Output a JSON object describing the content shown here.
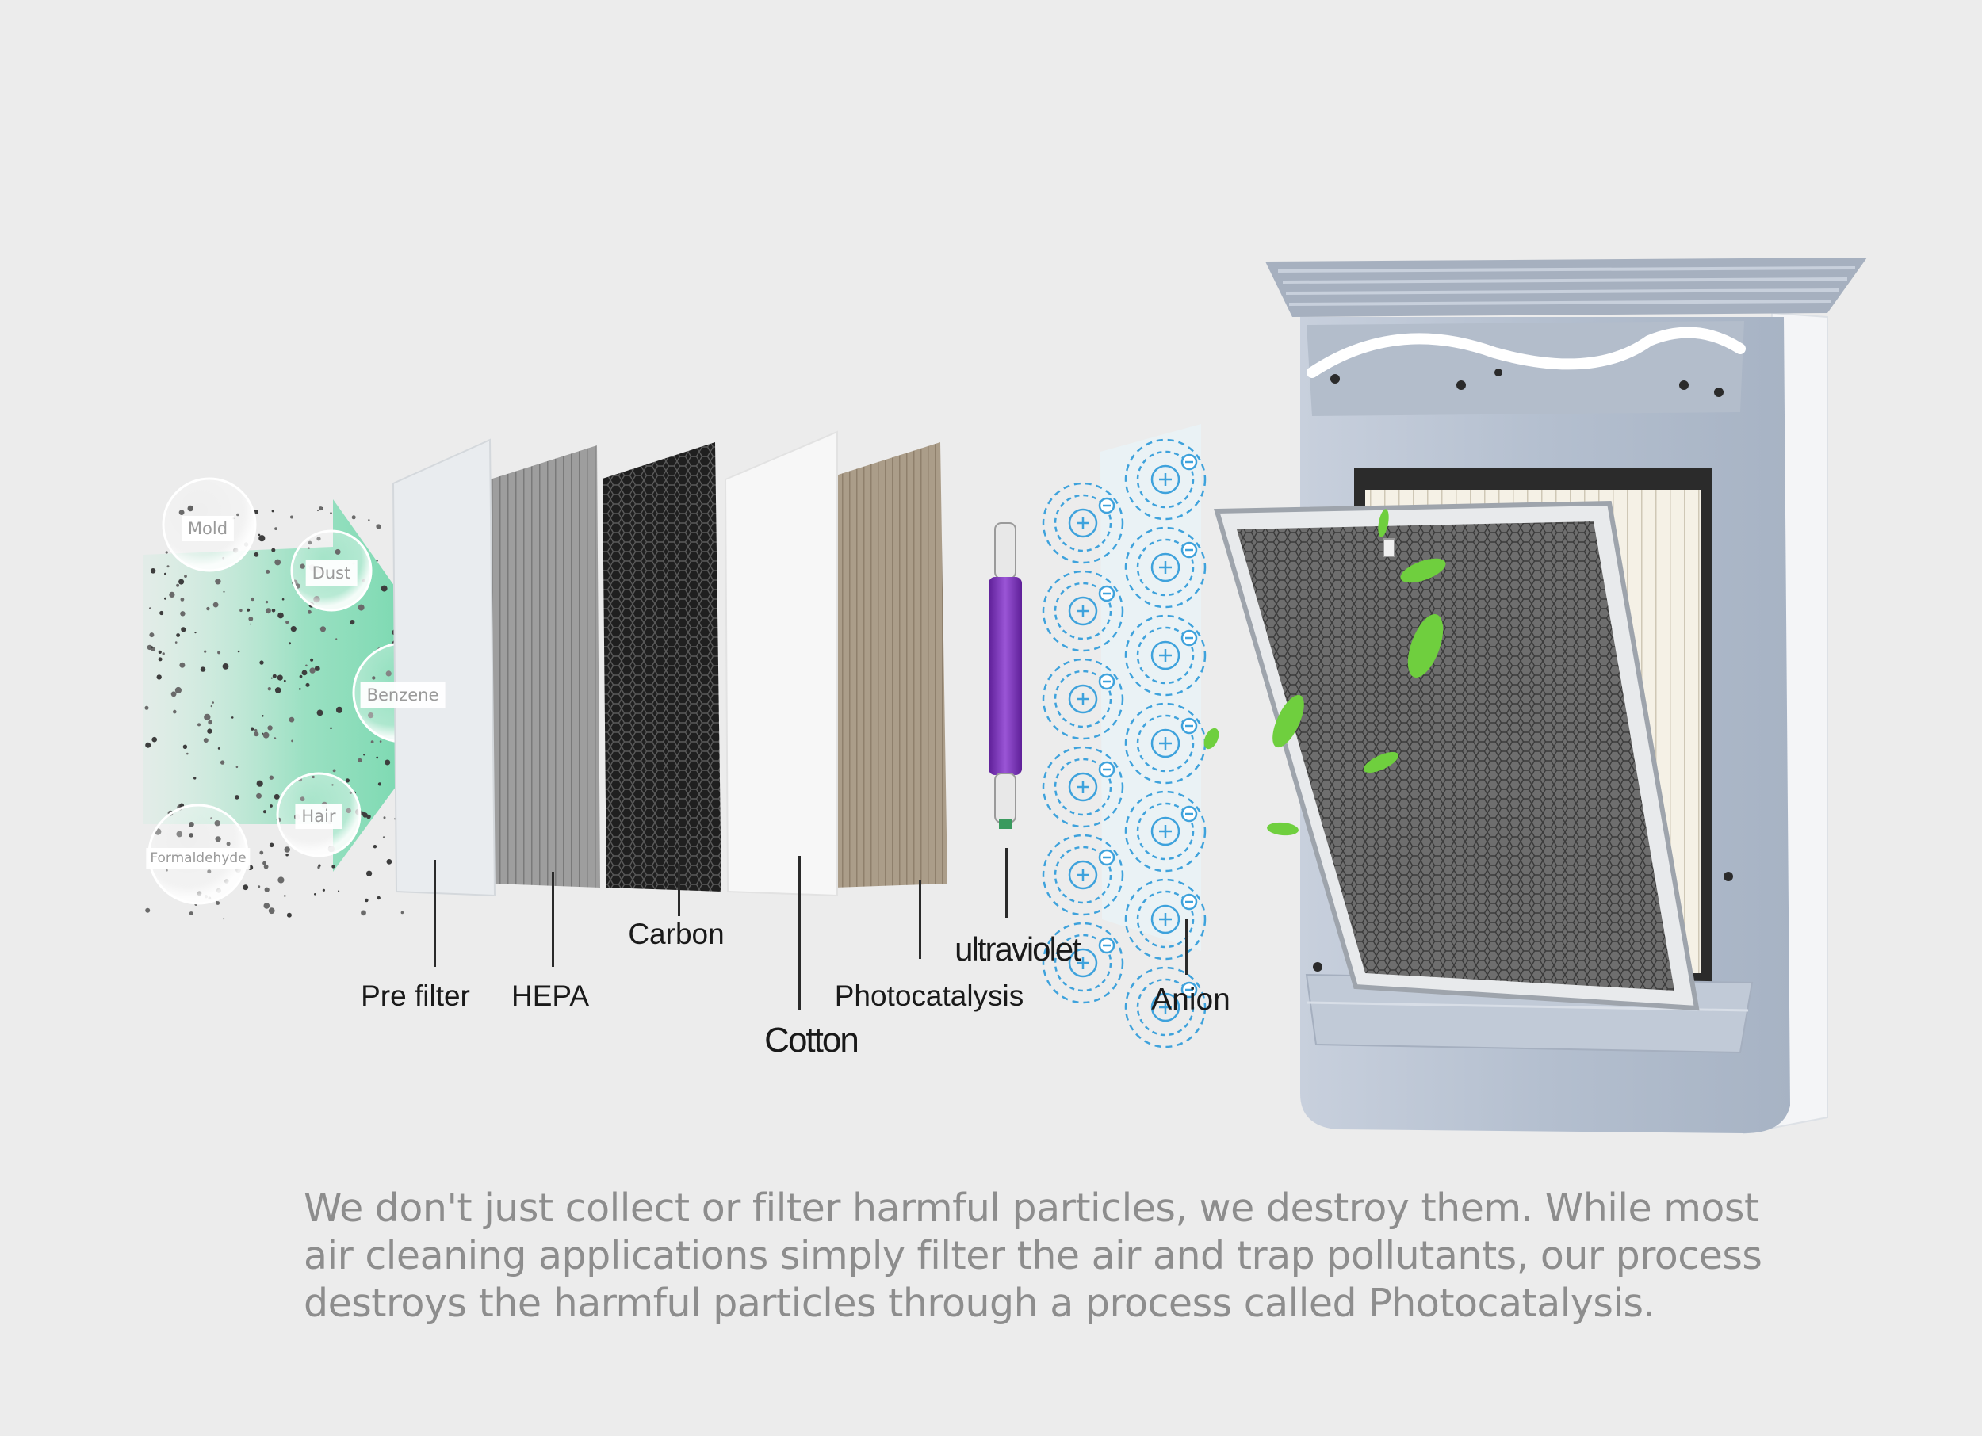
{
  "pollutants": [
    {
      "id": "mold",
      "label": "Mold"
    },
    {
      "id": "dust",
      "label": "Dust"
    },
    {
      "id": "benzene",
      "label": "Benzene"
    },
    {
      "id": "hair",
      "label": "Hair"
    },
    {
      "id": "formaldehyde",
      "label": "Formaldehyde"
    }
  ],
  "filter_layers": [
    {
      "id": "pre-filter",
      "label": "Pre filter"
    },
    {
      "id": "hepa",
      "label": "HEPA"
    },
    {
      "id": "carbon",
      "label": "Carbon"
    },
    {
      "id": "cotton",
      "label": "Cotton"
    },
    {
      "id": "photocatalysis",
      "label": "Photocatalysis"
    },
    {
      "id": "ultraviolet",
      "label": "ultraviolet"
    },
    {
      "id": "anion",
      "label": "Anion"
    }
  ],
  "description": {
    "line1": "We don't just collect or filter harmful particles, we destroy them. While most",
    "line2": "air cleaning applications simply filter the air and trap pollutants, our process",
    "line3": "destroys the harmful particles through a process called Photocatalysis."
  },
  "colors": {
    "background": "#ececec",
    "airflow": "#7fdcb4",
    "uv_lamp": "#7a35b5",
    "anion_rings": "#3ea2dc",
    "purifier_body": "#b9c4d4",
    "carbon_panel": "#2f2f2f",
    "photocatalysis_panel": "#a89a86"
  }
}
